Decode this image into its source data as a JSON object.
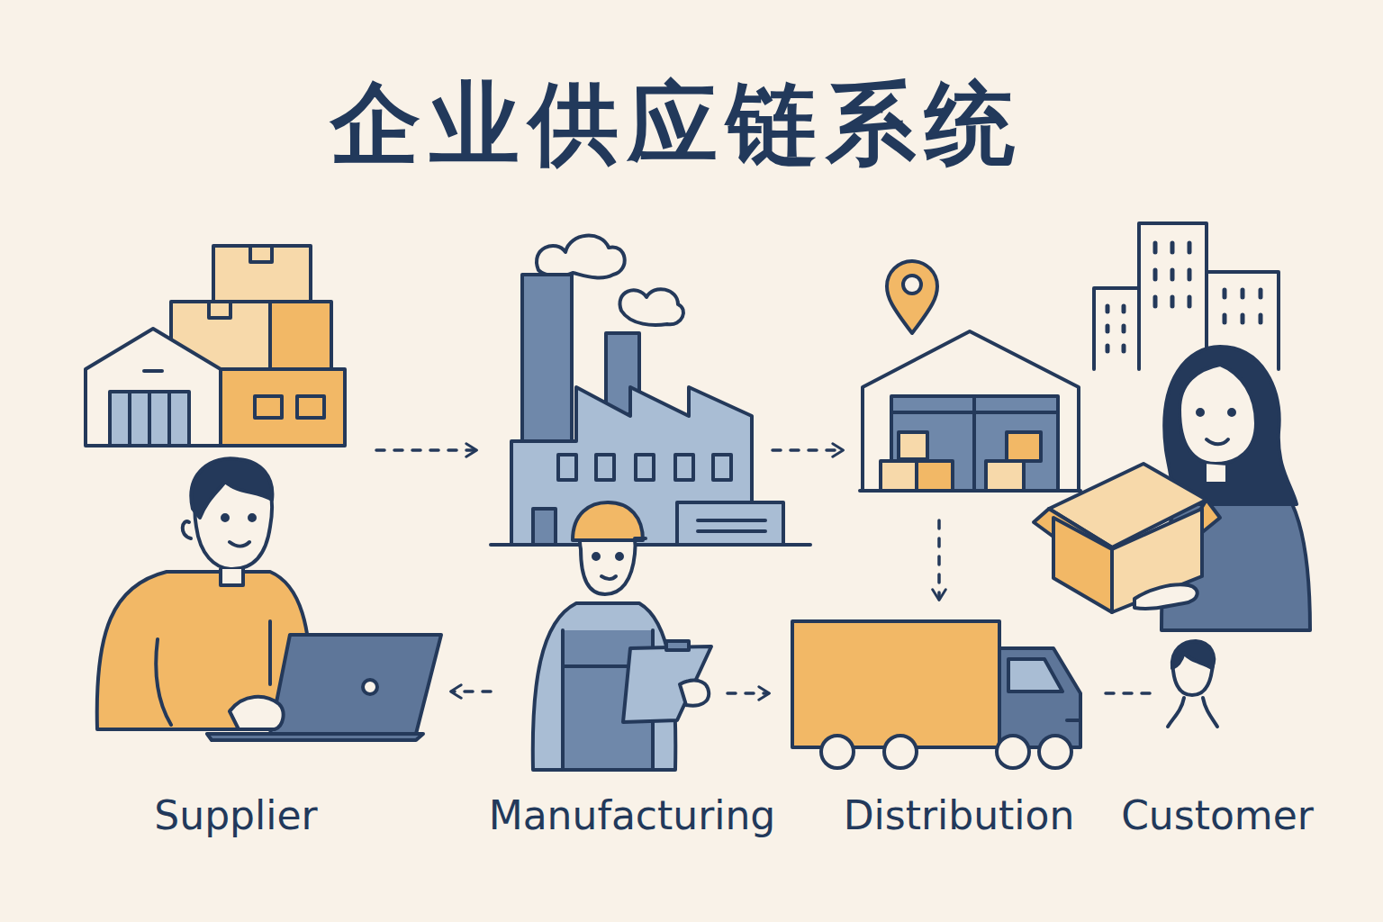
{
  "diagram": {
    "title": "企业供应链系统",
    "labels": [
      "Supplier",
      "Manufacturing",
      "Distribution",
      "Customer"
    ]
  }
}
